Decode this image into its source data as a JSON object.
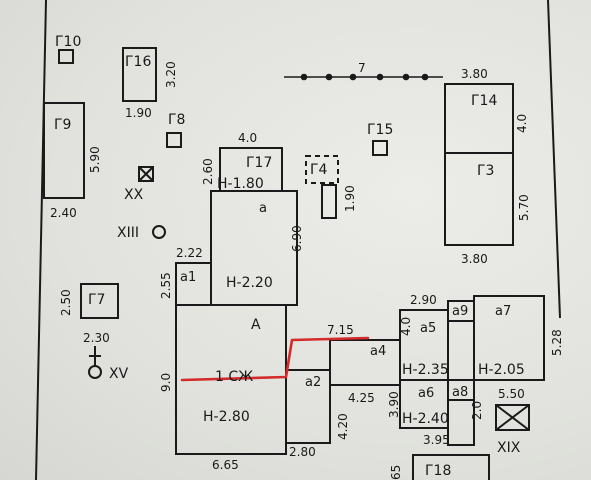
{
  "colors": {
    "ink": "#1a1a1a",
    "redline": "#d42a2a",
    "paper": "#e4e5e0"
  },
  "buildings": {
    "G10": "Г10",
    "G16": "Г16",
    "G9": "Г9",
    "G8": "Г8",
    "G17": "Г17",
    "G4": "Г4",
    "G15": "Г15",
    "G14": "Г14",
    "G3": "Г3",
    "G7": "Г7",
    "G18": "Г18"
  },
  "markers": {
    "XX": "XX",
    "XIII": "XIII",
    "XV": "XV",
    "XIX": "XIX"
  },
  "rooms": {
    "a": "а",
    "a1": "а1",
    "A": "А",
    "a2": "а2",
    "a4": "а4",
    "a5": "а5",
    "a6": "а6",
    "a7": "а7",
    "a8": "а8",
    "a9": "а9",
    "main": "1 СЖ"
  },
  "heights": {
    "g17": "Н-1.80",
    "a": "Н-2.20",
    "main": "Н-2.80",
    "a5": "Н-2.35",
    "a7": "Н-2.05",
    "a6": "Н-2.40"
  },
  "dims": {
    "d320": "3.20",
    "d190a": "1.90",
    "d590": "5.90",
    "d240": "2.40",
    "d40a": "4.0",
    "d260": "2.60",
    "d190b": "1.90",
    "d7": "7",
    "d380a": "3.80",
    "d40b": "4.0",
    "d570": "5.70",
    "d380b": "3.80",
    "d690": "6.90",
    "d222": "2.22",
    "d255": "2.55",
    "d250": "2.50",
    "d230": "2.30",
    "d715": "7.15",
    "d40c": "4.0",
    "d290": "2.90",
    "d528": "5.28",
    "d550": "5.50",
    "d90": "9.0",
    "d425": "4.25",
    "d390": "3.90",
    "d20": "2.0",
    "d395": "3.95",
    "d420": "4.20",
    "d665": "6.65",
    "d280": "2.80",
    "d65": "65"
  }
}
